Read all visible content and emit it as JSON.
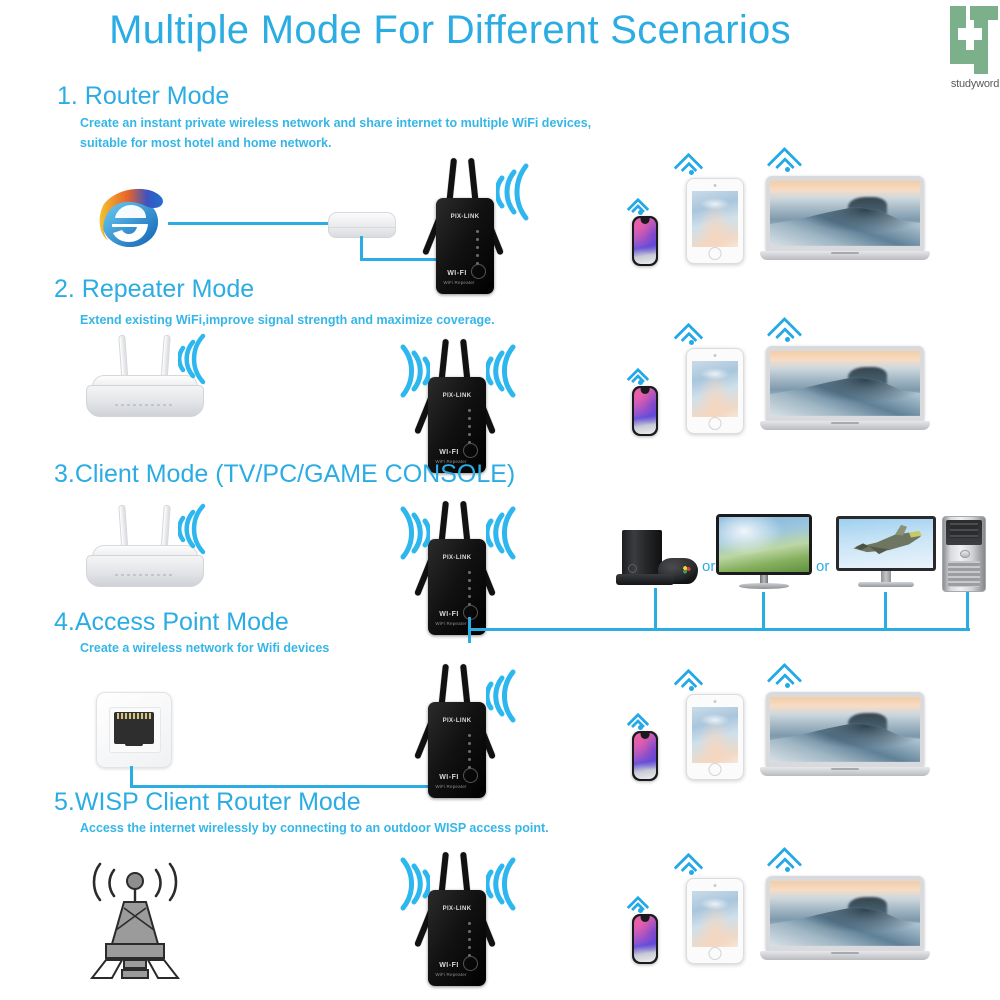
{
  "header": {
    "title": "Multiple Mode For Different Scenarios",
    "title_color": "#2BACE3",
    "logo": {
      "name": "studyword-logo",
      "brand": "studyword",
      "color": "#7CB08A"
    }
  },
  "sections": [
    {
      "id": "router-mode",
      "heading": "1. Router Mode",
      "desc_line1": "Create an instant private wireless network and share internet to multiple WiFi devices,",
      "desc_line2": "suitable for most hotel and home network.",
      "source_icon": "internet-explorer-icon",
      "devices": [
        "smartphone",
        "tablet",
        "laptop"
      ]
    },
    {
      "id": "repeater-mode",
      "heading": "2. Repeater Mode",
      "desc_line1": "Extend existing WiFi,improve signal strength and maximize coverage.",
      "desc_line2": "",
      "source_icon": "home-router-icon",
      "devices": [
        "smartphone",
        "tablet",
        "laptop"
      ]
    },
    {
      "id": "client-mode",
      "heading": "3.Client Mode (TV/PC/GAME CONSOLE)",
      "desc_line1": "",
      "desc_line2": "",
      "source_icon": "home-router-icon",
      "devices": [
        "game-console",
        "tv",
        "monitor",
        "pc-tower"
      ]
    },
    {
      "id": "access-point-mode",
      "heading": "4.Access Point Mode",
      "desc_line1": "Create a wireless network for Wifi devices",
      "desc_line2": "",
      "source_icon": "ethernet-wall-jack-icon",
      "devices": [
        "smartphone",
        "tablet",
        "laptop"
      ]
    },
    {
      "id": "wisp-client-router-mode",
      "heading": "5.WISP Client Router Mode",
      "desc_line1": "Access the internet wirelessly by connecting to an outdoor WISP access point.",
      "desc_line2": "",
      "source_icon": "wisp-tower-icon",
      "devices": [
        "smartphone",
        "tablet",
        "laptop"
      ]
    }
  ],
  "repeater": {
    "brand": "PIX-LINK",
    "wifi_label": "WI-FI",
    "sub_label": "WiFi Repeater",
    "antenna_count": 4,
    "body_color": "#0b0b0b"
  },
  "labels": {
    "or": "or"
  },
  "colors": {
    "accent_blue": "#2BACE3",
    "signal_blue": "#23A8E8",
    "text_blue": "#35B6E8",
    "logo_green": "#7CB08A",
    "background": "#FFFFFF"
  }
}
